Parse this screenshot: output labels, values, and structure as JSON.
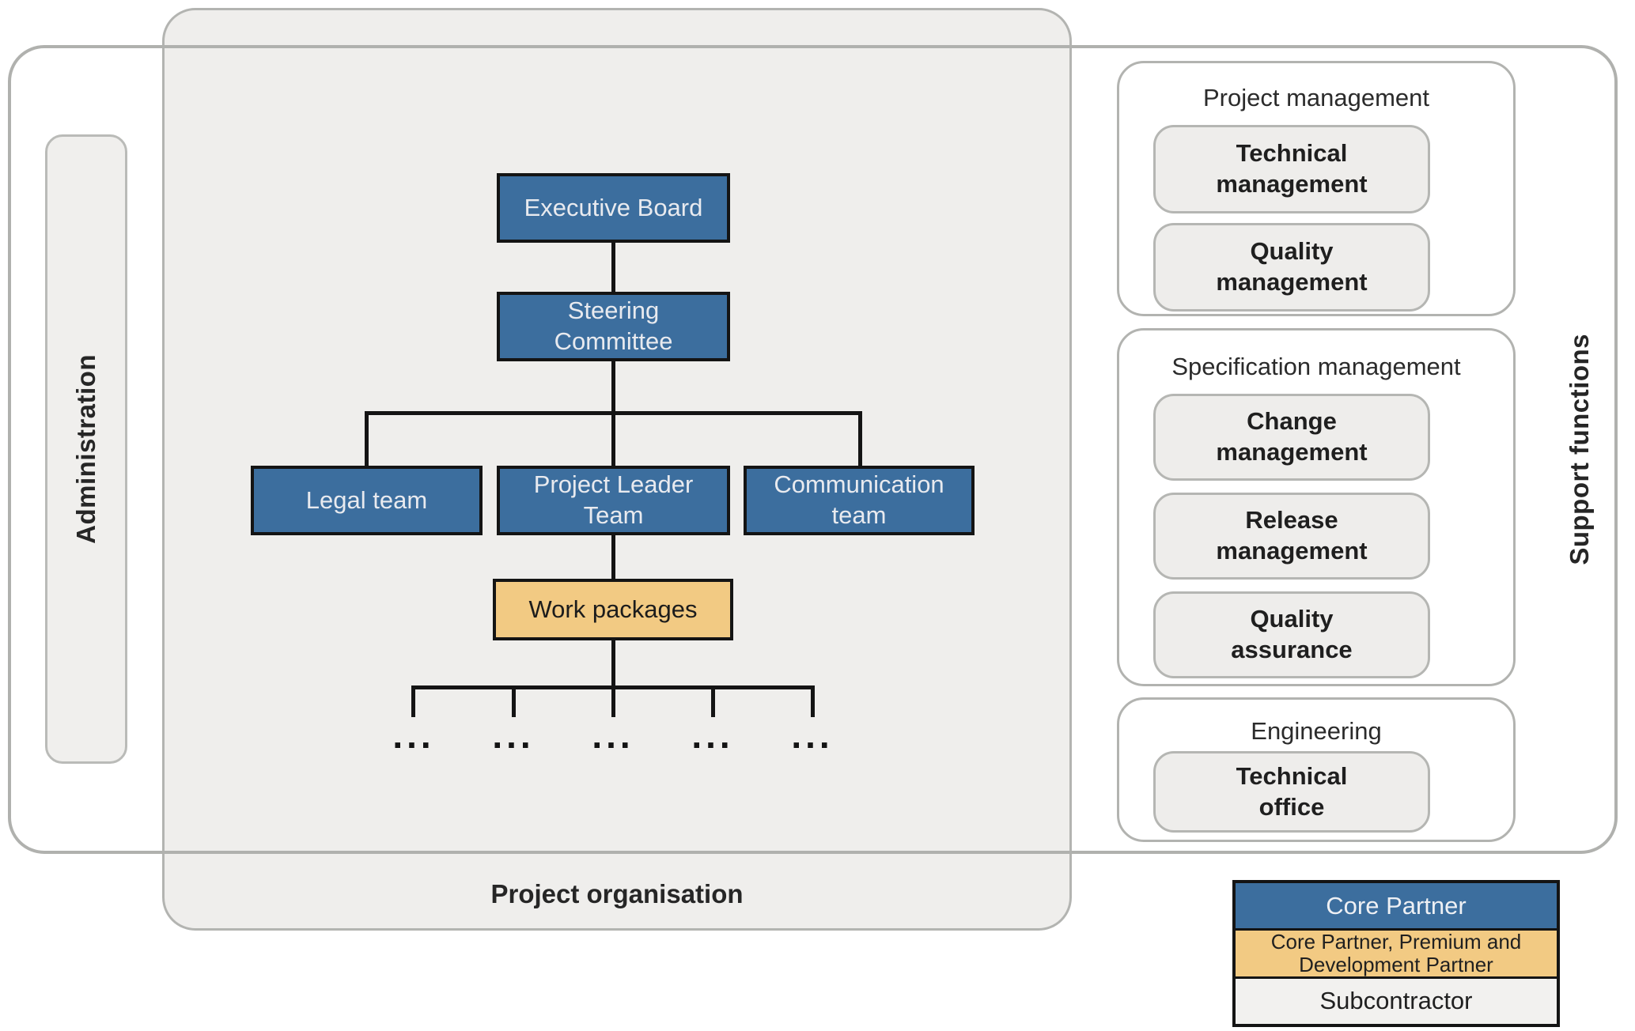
{
  "colors": {
    "core_partner_blue": "#3c6e9e",
    "premium_partner_tan": "#f2ca83",
    "subcontractor_gray": "#f2f1ef",
    "container_fill": "#efeeec",
    "border_gray": "#b0b1ae",
    "line_black": "#141414"
  },
  "administration": {
    "label": "Administration"
  },
  "org": {
    "container_label": "Project organisation",
    "ellipsis": "...",
    "nodes": {
      "executive_board": "Executive Board",
      "steering_committee": "Steering\nCommittee",
      "legal_team": "Legal team",
      "project_leader_team": "Project Leader\nTeam",
      "communication_team": "Communication\nteam",
      "work_packages": "Work packages"
    }
  },
  "support": {
    "label": "Support functions",
    "groups": [
      {
        "title": "Project management",
        "items": [
          "Technical\nmanagement",
          "Quality\nmanagement"
        ]
      },
      {
        "title": "Specification management",
        "items": [
          "Change\nmanagement",
          "Release\nmanagement",
          "Quality\nassurance"
        ]
      },
      {
        "title": "Engineering",
        "items": [
          "Technical\noffice"
        ]
      }
    ]
  },
  "legend": {
    "rows": [
      {
        "label": "Core Partner"
      },
      {
        "label": "Core Partner, Premium and\nDevelopment Partner"
      },
      {
        "label": "Subcontractor"
      }
    ]
  }
}
